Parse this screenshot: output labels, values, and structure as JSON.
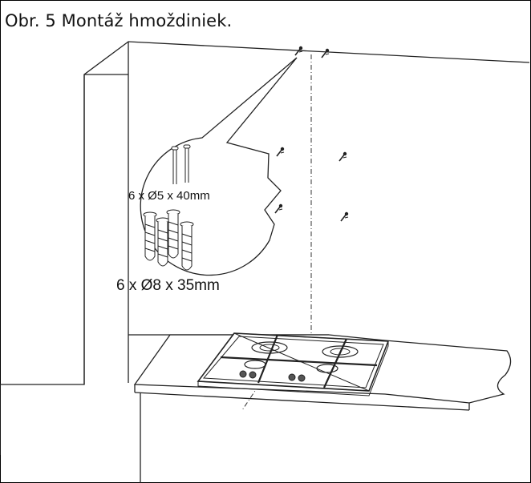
{
  "figure": {
    "caption": "Obr. 5 Montáž hmoždiniek."
  },
  "callout": {
    "screws_label": "6 x Ø5 x 40mm",
    "plugs_label": "6 x Ø8 x 35mm"
  }
}
